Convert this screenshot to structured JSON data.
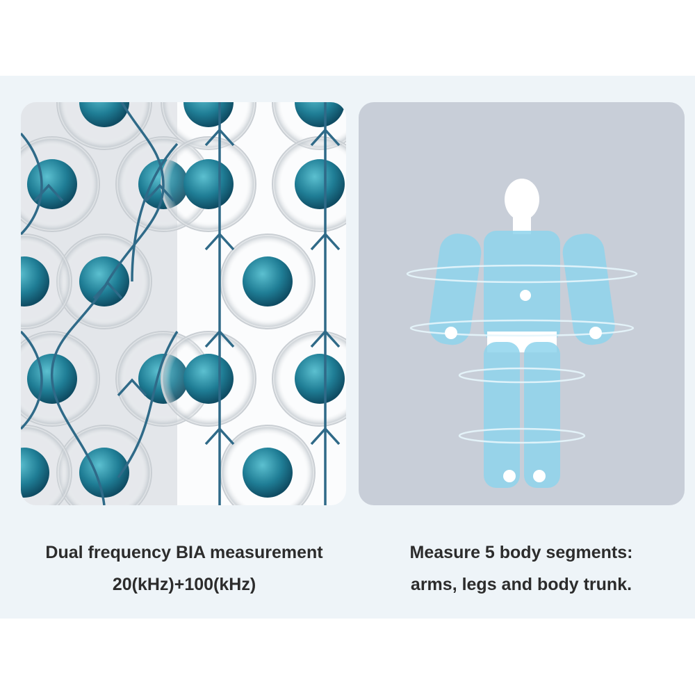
{
  "left_panel": {
    "caption_line1": "Dual frequency BIA measurement",
    "caption_line2": "20(kHz)+100(kHz)"
  },
  "right_panel": {
    "caption_line1": "Measure 5 body segments:",
    "caption_line2": "arms, legs and body trunk."
  },
  "colors": {
    "background_band": "#eef4f8",
    "current_line": "#2f6a88",
    "cell_nucleus": "#1f7d95",
    "body_figure": "#8ed3ec",
    "right_panel_bg": "#c8ced8"
  }
}
